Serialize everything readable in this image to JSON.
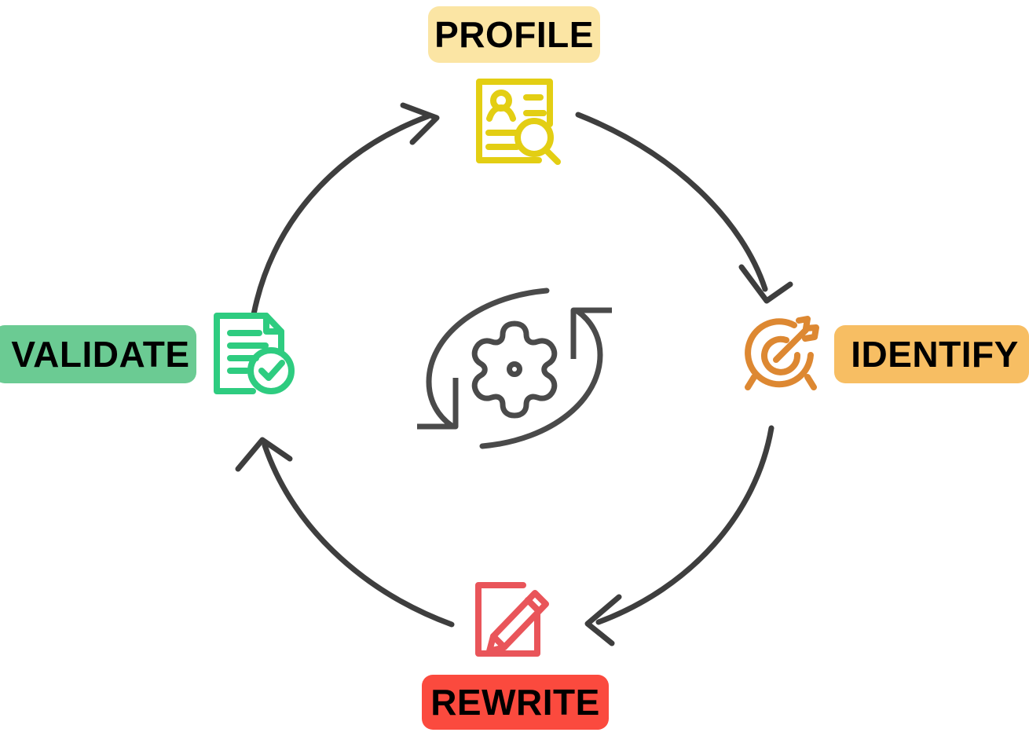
{
  "diagram": {
    "title": "Profile Identify Rewrite Validate Cycle",
    "type": "cycle-diagram",
    "direction": "clockwise",
    "background_color": "#FFFFFF",
    "center": {
      "icon": "process-cycle-gear-icon",
      "color": "#4A4A4A",
      "description": "circular refresh arrows around a gear"
    },
    "steps": [
      {
        "id": "profile",
        "label": "PROFILE",
        "position": "top",
        "badge_color": "#FBE5A4",
        "text_color": "#000000",
        "icon": "profile-document-search-icon",
        "icon_color": "#E3CE13",
        "order": 1
      },
      {
        "id": "identify",
        "label": "IDENTIFY",
        "position": "right",
        "badge_color": "#F7BE63",
        "text_color": "#000000",
        "icon": "target-bullseye-arrow-icon",
        "icon_color": "#DD8832",
        "order": 2
      },
      {
        "id": "rewrite",
        "label": "REWRITE",
        "position": "bottom",
        "badge_color": "#FB4A3E",
        "text_color": "#000000",
        "icon": "pencil-edit-square-icon",
        "icon_color": "#E9555A",
        "order": 3
      },
      {
        "id": "validate",
        "label": "VALIDATE",
        "position": "left",
        "badge_color": "#6BCB93",
        "text_color": "#000000",
        "icon": "validated-document-check-icon",
        "icon_color": "#2ECC80",
        "order": 4
      }
    ],
    "arrows": [
      {
        "id": "validate-to-profile",
        "from": "validate",
        "to": "profile",
        "color": "#3E3E3E"
      },
      {
        "id": "profile-to-identify",
        "from": "profile",
        "to": "identify",
        "color": "#3E3E3E"
      },
      {
        "id": "identify-to-rewrite",
        "from": "identify",
        "to": "rewrite",
        "color": "#3E3E3E"
      },
      {
        "id": "rewrite-to-validate",
        "from": "rewrite",
        "to": "validate",
        "color": "#3E3E3E"
      }
    ]
  }
}
